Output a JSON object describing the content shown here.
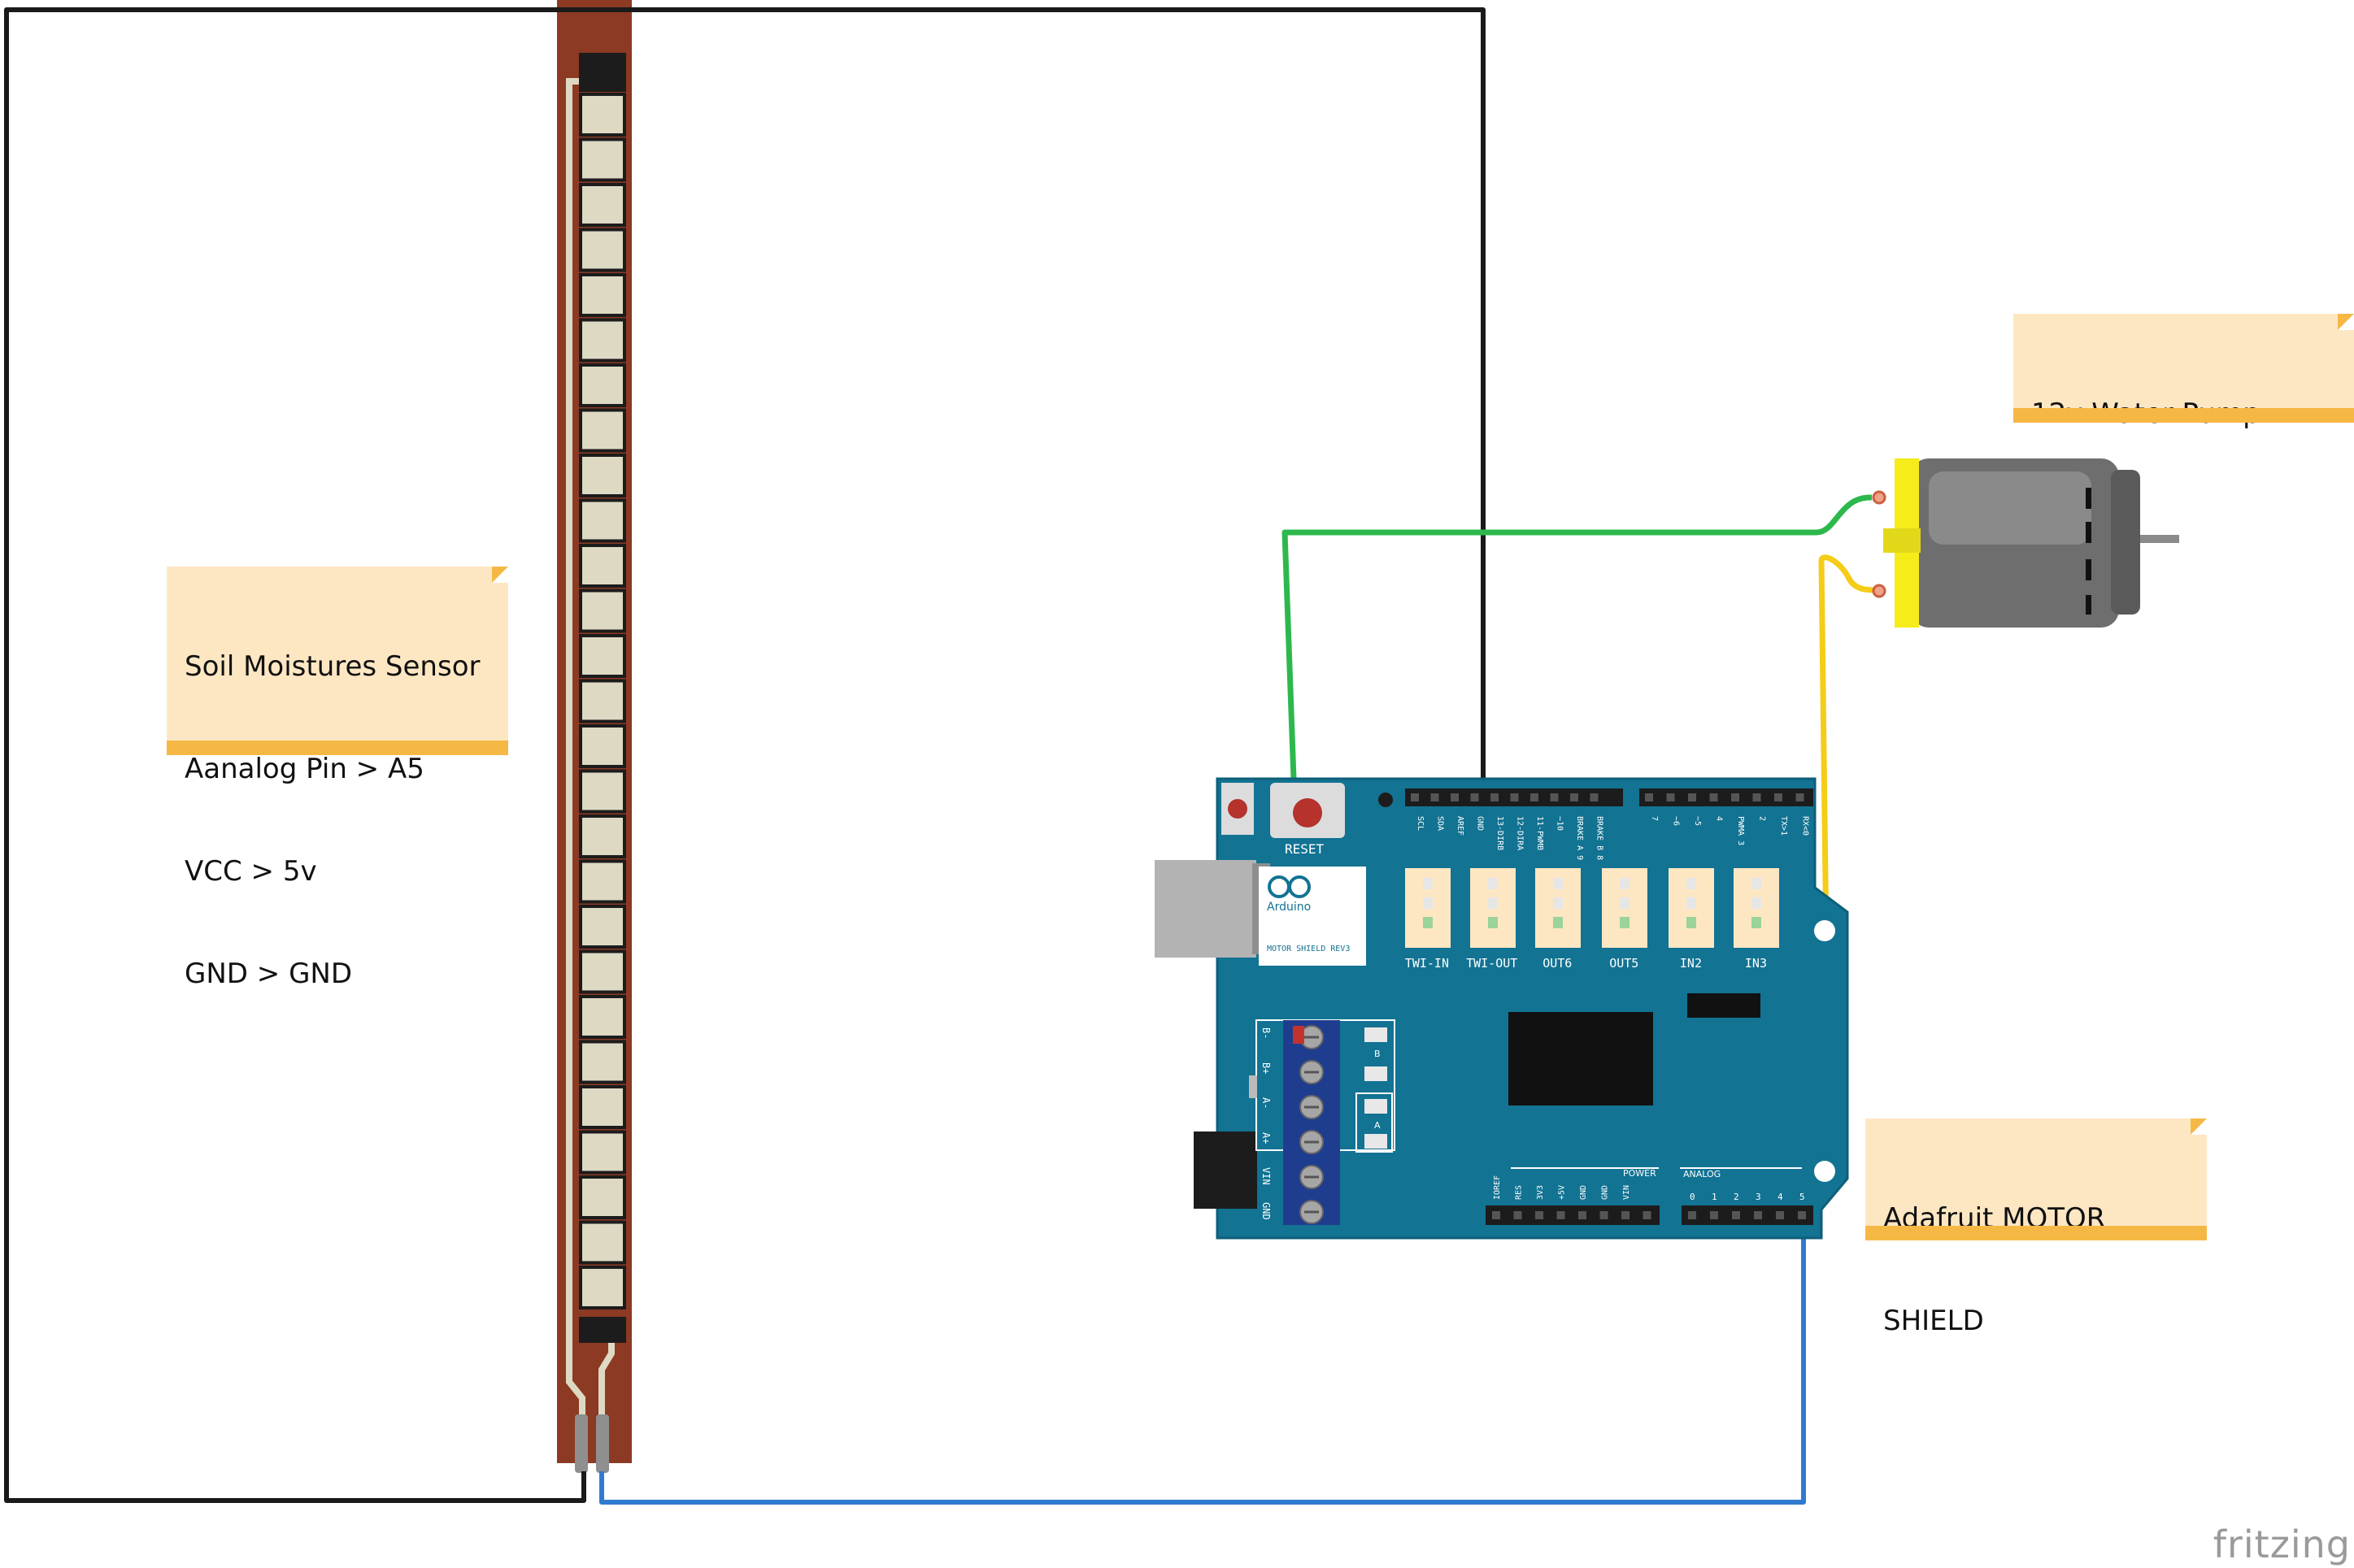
{
  "notes": {
    "sensor": {
      "lines": [
        "Soil Moistures Sensor",
        "Aanalog Pin > A5",
        "VCC > 5v",
        "GND > GND"
      ]
    },
    "pump": {
      "lines": [
        "12v Water Pump"
      ]
    },
    "shield": {
      "lines": [
        "Adafruit MOTOR",
        "SHIELD"
      ]
    }
  },
  "board": {
    "reset_label": "RESET",
    "logo_text": "Arduino",
    "model_text": "MOTOR SHIELD REV3",
    "connector_labels": [
      "TWI-IN",
      "TWI-OUT",
      "OUT6",
      "OUT5",
      "IN2",
      "IN3"
    ],
    "top_pin_labels": [
      "SCL",
      "SDA",
      "AREF",
      "GND",
      "13-DIRB",
      "12-DIRA",
      "11-PWMB",
      "~10",
      "BRAKE A 9",
      "BRAKE B 8",
      "7",
      "~6",
      "~5",
      "4",
      "PWMA 3",
      "2",
      "TX>1",
      "RX<0"
    ],
    "power_label": "POWER",
    "power_pin_labels": [
      "IOREF",
      "RES",
      "3V3",
      "+5V",
      "GND",
      "GND",
      "VIN"
    ],
    "analog_label": "ANALOG",
    "analog_pin_labels": [
      "0",
      "1",
      "2",
      "3",
      "4",
      "5"
    ],
    "terminal_labels": [
      "B-",
      "B+",
      "A-",
      "A+",
      "VIN",
      "GND"
    ],
    "channel_b": "B",
    "channel_a": "A"
  },
  "wire_colors": {
    "black": "#1a1a1a",
    "green": "#2db84d",
    "yellow": "#f5cc18",
    "blue": "#2f7bd0"
  },
  "component_colors": {
    "board": "#127393",
    "sensor_strip": "#8c3a24",
    "sensor_pad": "#ddd9c3",
    "motor_body": "#6e6e6e",
    "motor_cap": "#f5ec1a",
    "note_fill": "#fde7c3",
    "note_bar": "#f6b845"
  },
  "brand": "fritzing"
}
